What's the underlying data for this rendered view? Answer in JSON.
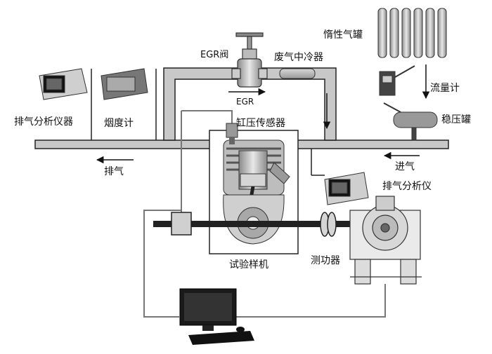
{
  "labels": {
    "egr_valve": "EGR阀",
    "intercooler": "废气中冷器",
    "inert_gas_tank": "惰性气罐",
    "flow_meter": "流量计",
    "surge_tank": "稳压罐",
    "intake": "进气",
    "exhaust_analyzer_left": "排气分析仪器",
    "smoke_meter": "烟度计",
    "cylinder_pressure_sensor": "缸压传感器",
    "exhaust": "排气",
    "exhaust_analyzer_right": "排气分析仪",
    "test_engine": "试验样机",
    "dynamometer": "测功器",
    "egr_flow": "EGR"
  }
}
